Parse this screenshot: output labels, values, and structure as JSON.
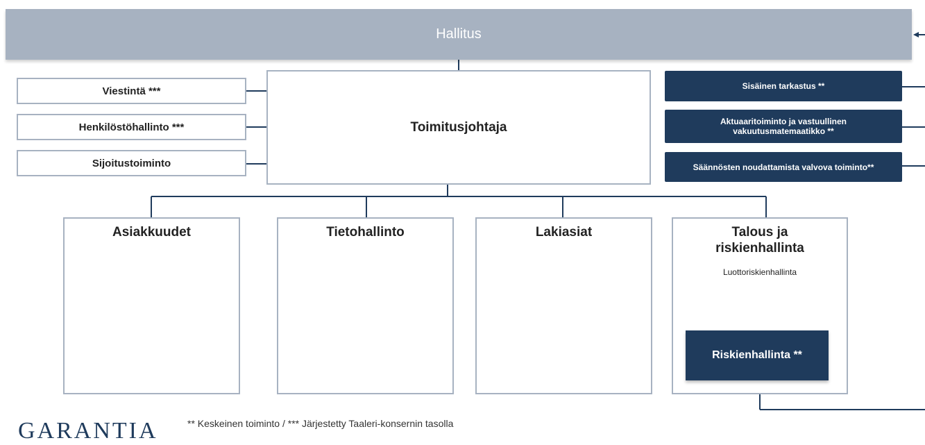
{
  "board": {
    "label": "Hallitus"
  },
  "ceo": {
    "label": "Toimitusjohtaja"
  },
  "staff_functions": [
    {
      "label": "Viestintä ***"
    },
    {
      "label": "Henkilöstöhallinto ***"
    },
    {
      "label": "Sijoitustoiminto"
    }
  ],
  "control_functions": [
    {
      "label": "Sisäinen tarkastus **"
    },
    {
      "label": "Aktuaaritoiminto ja vastuullinen vakuutusmatemaatikko **"
    },
    {
      "label": "Säännösten noudattamista valvova toiminto**"
    }
  ],
  "units": [
    {
      "label": "Asiakkuudet"
    },
    {
      "label": "Tietohallinto"
    },
    {
      "label": "Lakiasiat"
    },
    {
      "label": "Talous ja riskienhallinta",
      "sub": "Luottoriskienhallinta"
    }
  ],
  "risk_management": {
    "label": "Riskienhallinta **"
  },
  "footnote": "** Keskeinen toiminto / *** Järjestetty Taaleri-konsernin tasolla",
  "logo": {
    "text": "GARANTIA"
  },
  "colors": {
    "board": "#a7b2c1",
    "dark": "#1f3b5c",
    "border": "#a7b2c1",
    "line": "#1f3b5c"
  }
}
